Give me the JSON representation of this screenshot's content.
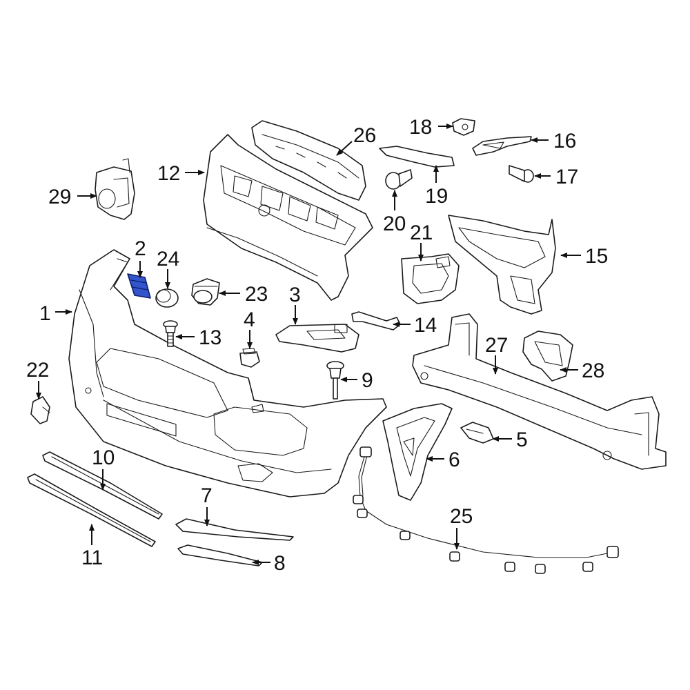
{
  "callouts": {
    "c1": "1",
    "c2": "2",
    "c3": "3",
    "c4": "4",
    "c5": "5",
    "c6": "6",
    "c7": "7",
    "c8": "8",
    "c9": "9",
    "c10": "10",
    "c11": "11",
    "c12": "12",
    "c13": "13",
    "c14": "14",
    "c15": "15",
    "c16": "16",
    "c17": "17",
    "c18": "18",
    "c19": "19",
    "c20": "20",
    "c21": "21",
    "c22": "22",
    "c23": "23",
    "c24": "24",
    "c25": "25",
    "c26": "26",
    "c27": "27",
    "c28": "28",
    "c29": "29"
  },
  "colors": {
    "highlight_part": "#3355cc",
    "line_art": "#1a1a1a",
    "background": "#ffffff"
  }
}
